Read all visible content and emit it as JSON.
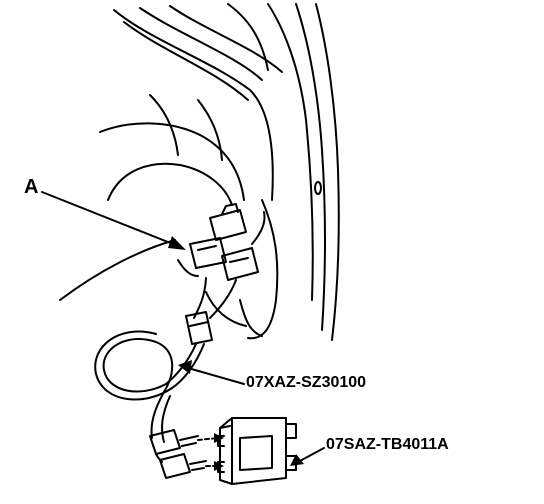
{
  "callouts": {
    "a": "A",
    "harness": "07XAZ-SZ30100",
    "unit": "07SAZ-TB4011A"
  },
  "colors": {
    "ink": "#000000",
    "paper": "#ffffff"
  }
}
